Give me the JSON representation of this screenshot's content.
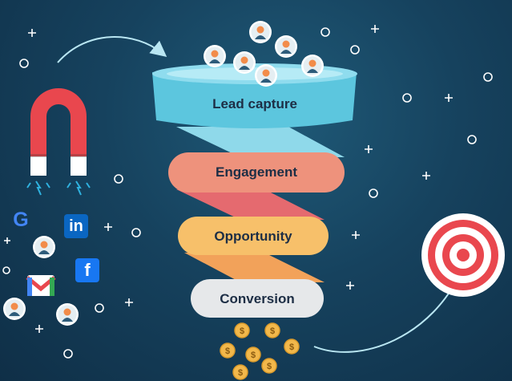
{
  "funnel": {
    "stages": [
      {
        "label": "Lead capture",
        "color": "#5cc6de"
      },
      {
        "label": "Engagement",
        "color": "#ee927c"
      },
      {
        "label": "Opportunity",
        "color": "#f7c06a"
      },
      {
        "label": "Conversion",
        "color": "#e6e8ea"
      }
    ]
  },
  "channels": {
    "google": "G",
    "linkedin": "in",
    "facebook": "f",
    "gmail": "M"
  },
  "coin_symbol": "$",
  "colors": {
    "background": "#16425e",
    "magnet_red": "#e9474e",
    "target_red": "#e9474e",
    "coin": "#f2b84b",
    "avatar_orange": "#f28c4a"
  }
}
